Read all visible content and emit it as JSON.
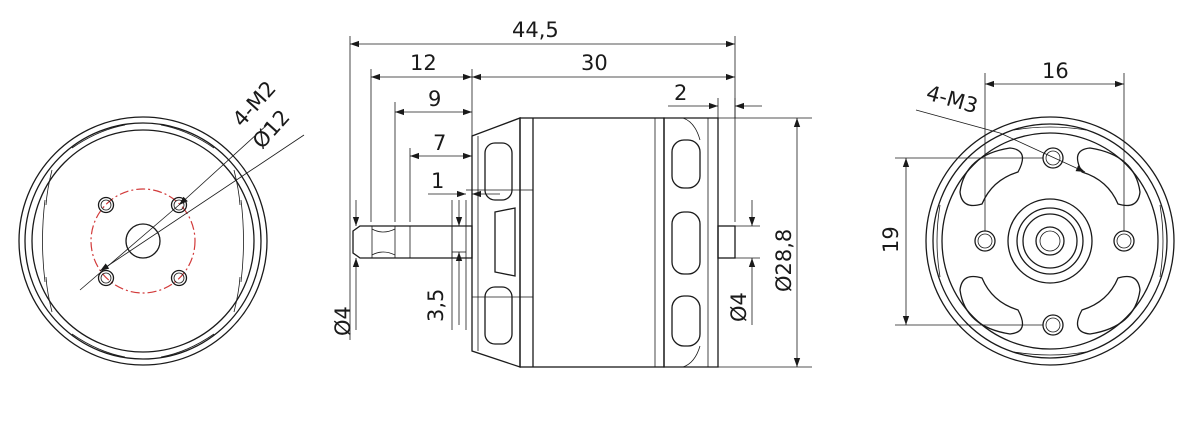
{
  "dimensions": {
    "overall_length": "44,5",
    "shaft_length": "12",
    "body_length": "30",
    "shaft_step_9": "9",
    "shaft_step_7": "7",
    "shaft_step_1": "1",
    "rear_extension": "2",
    "front_holes": "4-M2",
    "front_hole_circle": "Ø12",
    "front_shaft_dia": "Ø4",
    "shaft_flat": "3,5",
    "rear_shaft_dia": "Ø4",
    "body_dia": "Ø28,8",
    "rear_holes": "4-M3",
    "rear_hole_spacing_h": "16",
    "rear_hole_spacing_v": "19"
  }
}
